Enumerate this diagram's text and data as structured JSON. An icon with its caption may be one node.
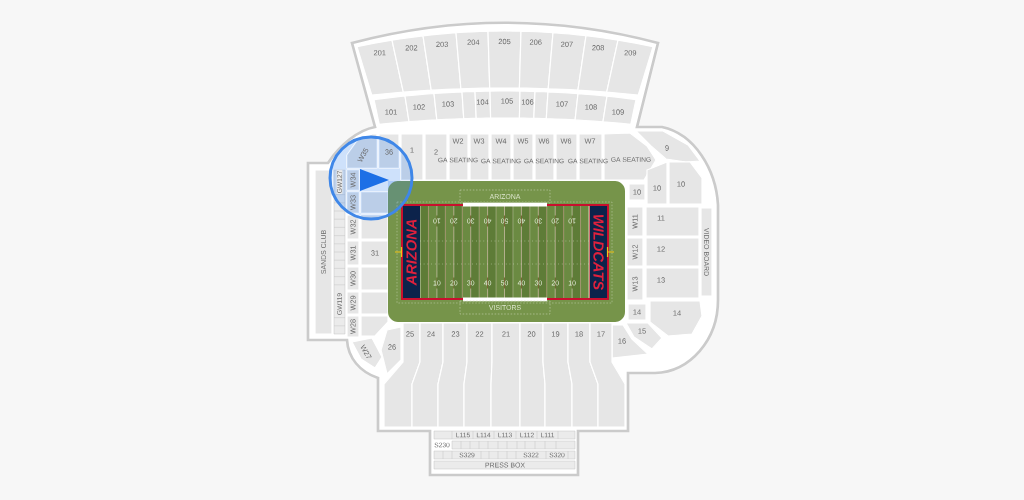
{
  "diagram": {
    "nodes": [
      {
        "text": [
          "201"
        ]
      },
      {
        "text": [
          "202"
        ]
      },
      {
        "text": [
          "203"
        ]
      },
      {
        "text": [
          "204"
        ]
      },
      {
        "text": [
          "205"
        ]
      },
      {
        "text": [
          "206"
        ]
      },
      {
        "text": [
          "207"
        ]
      },
      {
        "text": [
          "208"
        ]
      },
      {
        "text": [
          "209"
        ]
      },
      {
        "text": [
          "101"
        ]
      },
      {
        "text": [
          "102"
        ]
      },
      {
        "text": [
          "103"
        ]
      },
      {
        "text": [],
        "shape": "box"
      },
      {
        "text": [
          "104"
        ]
      },
      {
        "text": [
          "105"
        ]
      },
      {
        "text": [
          "106"
        ]
      },
      {
        "text": [],
        "shape": "box"
      },
      {
        "text": [
          "107"
        ]
      },
      {
        "text": [
          "108"
        ]
      },
      {
        "text": [
          "109"
        ]
      },
      {
        "text": [
          "W35"
        ]
      },
      {
        "text": [
          "36"
        ]
      },
      {
        "text": [
          "1"
        ]
      },
      {
        "text": [
          "2"
        ]
      },
      {
        "text": [
          "W2"
        ]
      },
      {
        "text": [
          "W3"
        ]
      },
      {
        "text": [
          "W4"
        ]
      },
      {
        "text": [
          "W5"
        ]
      },
      {
        "text": [
          "W6"
        ]
      },
      {
        "text": [
          "W6"
        ]
      },
      {
        "text": [
          "W7"
        ]
      },
      {
        "text": [
          "GA SEATING"
        ]
      },
      {
        "text": [
          "9"
        ]
      },
      {
        "text": [
          "10"
        ]
      },
      {
        "text": [
          "10"
        ]
      },
      {
        "text": [
          "10"
        ]
      },
      {
        "text": [
          "SANDS CLUB"
        ]
      },
      {
        "text": [
          "GW127",
          "GW119"
        ]
      },
      {
        "text": [
          "W34"
        ]
      },
      {
        "text": [
          "W33"
        ]
      },
      {
        "text": [],
        "shape": "box"
      },
      {
        "text": [
          "W32"
        ]
      },
      {
        "text": [],
        "shape": "box"
      },
      {
        "text": [
          "W31"
        ]
      },
      {
        "text": [
          "31"
        ]
      },
      {
        "text": [
          "W30"
        ]
      },
      {
        "text": [],
        "shape": "box"
      },
      {
        "text": [
          "W29"
        ]
      },
      {
        "text": [],
        "shape": "box"
      },
      {
        "text": [
          "W28"
        ]
      },
      {
        "text": [],
        "shape": "box"
      },
      {
        "text": [
          "W27"
        ]
      },
      {
        "text": [
          "26"
        ]
      },
      {
        "text": [],
        "shape": "box"
      },
      {
        "text": [
          "ARIZONA"
        ],
        "in": 53
      },
      {
        "text": [
          "10",
          "20",
          "30",
          "40",
          "50",
          "40",
          "30",
          "20",
          "10",
          "10",
          "20",
          "30",
          "40",
          "50",
          "40",
          "30",
          "20",
          "10"
        ],
        "in": 53
      },
      {
        "text": [
          "ARIZONA"
        ],
        "in": 55
      },
      {
        "text": [
          "WILDCATS"
        ],
        "in": 55
      },
      {
        "text": [
          "VISITORS"
        ],
        "in": 53
      },
      {
        "text": [
          "W11"
        ]
      },
      {
        "text": [
          "11"
        ]
      },
      {
        "text": [
          "W12"
        ]
      },
      {
        "text": [
          "12"
        ]
      },
      {
        "text": [
          "W13"
        ]
      },
      {
        "text": [
          "13"
        ]
      },
      {
        "text": [
          "VIDEO BOARD"
        ]
      },
      {
        "text": [
          "14"
        ]
      },
      {
        "text": [
          "14"
        ]
      },
      {
        "text": [
          "15"
        ]
      },
      {
        "text": [
          "16"
        ]
      },
      {
        "text": [
          "25"
        ]
      },
      {
        "text": [
          "24"
        ]
      },
      {
        "text": [
          "23"
        ]
      },
      {
        "text": [
          "22"
        ]
      },
      {
        "text": [
          "21"
        ]
      },
      {
        "text": [
          "20"
        ]
      },
      {
        "text": [
          "19"
        ]
      },
      {
        "text": [
          "18"
        ]
      },
      {
        "text": [
          "17"
        ]
      },
      {
        "text": [
          "L115",
          "L114",
          "L113",
          "L112",
          "L111"
        ]
      },
      {
        "text": [
          "S230"
        ]
      },
      {
        "text": [
          "S329",
          "S322",
          "S320"
        ]
      },
      {
        "text": [
          "PRESS BOX"
        ]
      }
    ],
    "labels": [
      "GA SEATING",
      "GA SEATING",
      "GA SEATING",
      "GA SEATING"
    ]
  }
}
